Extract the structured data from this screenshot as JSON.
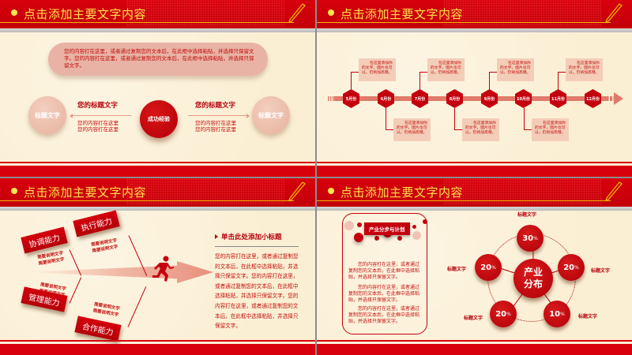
{
  "header_title": "点击添加主要文字内容",
  "slide1": {
    "intro": "您的内容打在这里，或者通过复制您的文本后，在此框中选择粘贴，并选择只保留文字。您的内容打在这里，或者通过复制您的文本后，在此框中选择粘贴，并选择只保留文字。",
    "center_label": "成功经验",
    "left_circle": "标题文字",
    "right_circle": "标题文字",
    "left_heading": "您的标题文字",
    "right_heading": "您的标题文字",
    "left_body": [
      "您的内容打在这里",
      "您的内容打在这里"
    ],
    "right_body": [
      "您的内容打在这里",
      "您的内容打在这里"
    ]
  },
  "slide2": {
    "months": [
      "5月份",
      "6月份",
      "7月份",
      "8月份",
      "9月份",
      "10月份",
      "11月份",
      "12月份"
    ],
    "note_text": "在这里添加你的文字，图片也可以，仍将加高哦。"
  },
  "slide3": {
    "tags": [
      "协调能力",
      "执行能力",
      "管理能力",
      "合作能力"
    ],
    "desc_line": "简要说明文字",
    "subtitle": "单击此处添加小标题",
    "paragraph": "您的内容打在这里，或者通过复制您的文本后，在此框中选择粘贴，并选择只保留文字。您的内容打在这里，或者通过复制您的文本后，在此框中选择粘贴，并选择只保留文字。您的内容打在这里，或者通过复制您的文本后，在此框中选择粘贴，并选择只保留文字。"
  },
  "slide4": {
    "badge": "产业分步与计划",
    "paragraphs": [
      "您的内容打在这里，或者通过复制您的文本后，在此框中选择粘贴，并选择只保留文字。",
      "您的内容打在这里，或者通过复制您的文本后，在此框中选择粘贴，并选择只保留文字。",
      "您的内容打在这里，或者通过复制您的文本后，在此框中选择粘贴，并选择只保留文字。"
    ],
    "hub": [
      "产业",
      "分布"
    ],
    "nodes": [
      {
        "value": "30",
        "unit": "%",
        "label": "标题文字"
      },
      {
        "value": "20",
        "unit": "%",
        "label": "标题文字"
      },
      {
        "value": "10",
        "unit": "%",
        "label": "标题文字"
      },
      {
        "value": "20",
        "unit": "%",
        "label": "标题文字"
      },
      {
        "value": "20",
        "unit": "%",
        "label": "标题文字"
      }
    ]
  },
  "colors": {
    "primary_red": "#c5000e",
    "header_red": "#d7000c",
    "title_yellow": "#ffe14a",
    "background": "#fbefd3",
    "soft_pink": "#f4cdb8"
  }
}
